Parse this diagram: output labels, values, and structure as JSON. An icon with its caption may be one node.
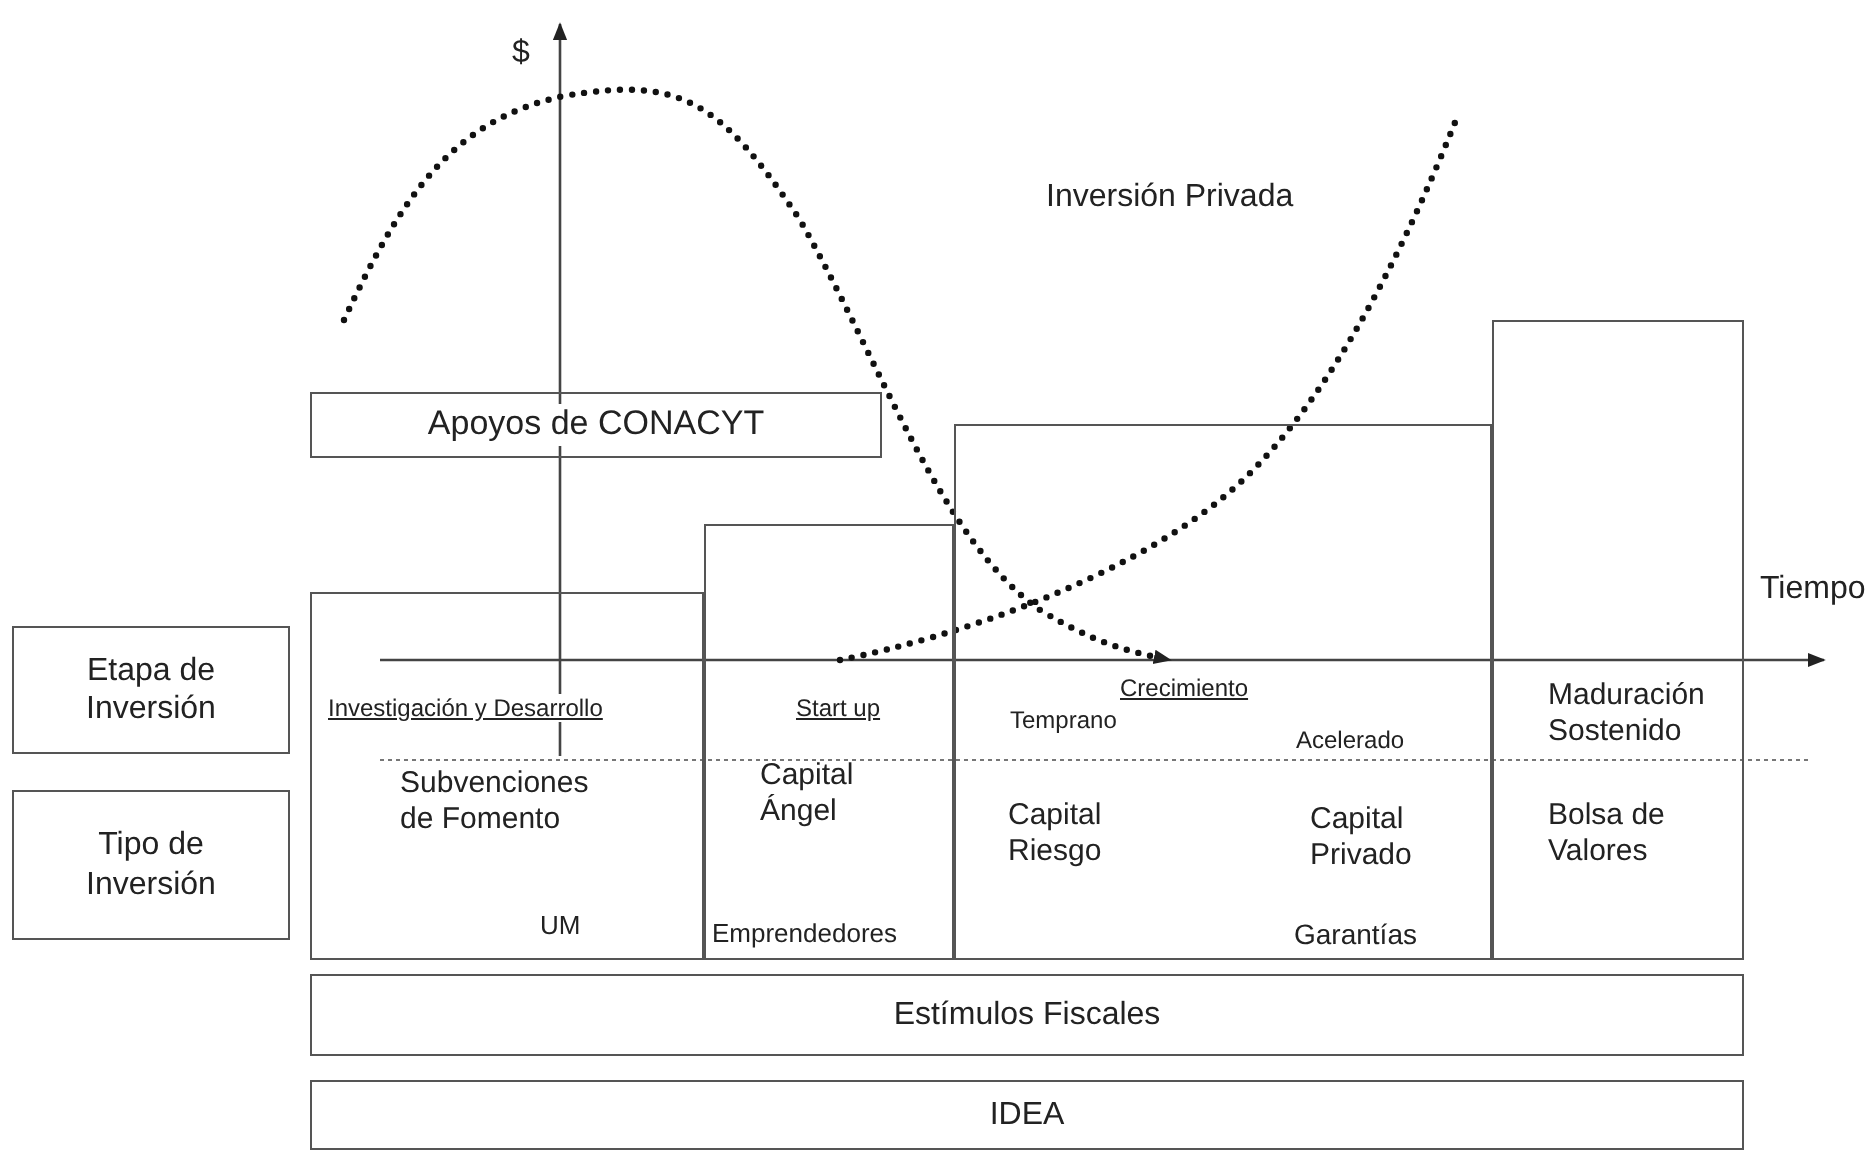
{
  "diagram": {
    "nodes": [
      {
        "text": [
          "Etapa de Inversión"
        ]
      },
      {
        "text": [
          "Tipo de Inversión"
        ]
      },
      {
        "text": [
          "Apoyos de CONACYT"
        ]
      },
      {
        "text": [
          "Investigación y Desarrollo",
          "Subvenciones de Fomento",
          "UM"
        ]
      },
      {
        "text": [
          "Start up",
          "Capital Ángel",
          "Emprendedores"
        ]
      },
      {
        "text": [
          "Crecimiento",
          "Temprano",
          "Acelerado",
          "Capital Riesgo",
          "Capital Privado",
          "Garantías"
        ]
      },
      {
        "text": [
          "Maduración Sostenido",
          "Bolsa de Valores"
        ]
      },
      {
        "text": [
          "Estímulos Fiscales"
        ]
      },
      {
        "text": [
          "IDEA"
        ]
      }
    ],
    "edges": [],
    "labels": [
      "$",
      "Inversión Privada",
      "Tiempo"
    ]
  }
}
